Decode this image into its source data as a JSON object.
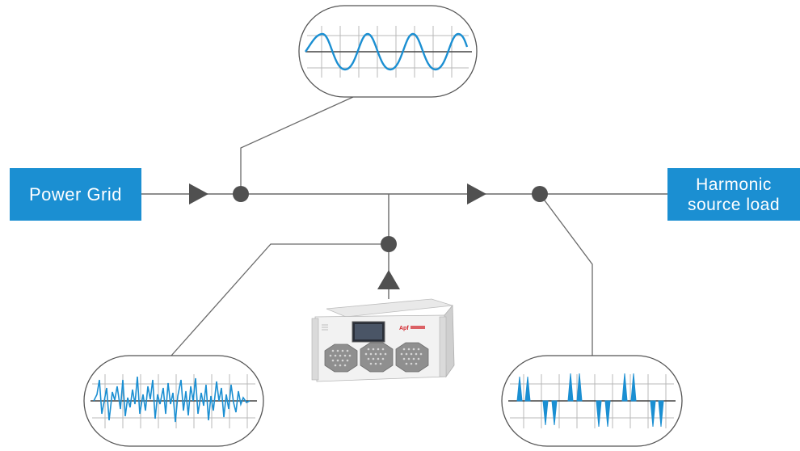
{
  "source": {
    "label": "Power Grid"
  },
  "load": {
    "line1": "Harmonic",
    "line2": "source load"
  },
  "device": {
    "brand_text": "Apf"
  },
  "colors": {
    "box_fill": "#1b8fd2",
    "line": "#6a6a6a",
    "node": "#505050",
    "waveform": "#1b8fd2",
    "grid": "#b8b8b8"
  },
  "waveforms": {
    "grid_current": "sine",
    "compensation_current": "distorted",
    "load_current": "pulsed"
  }
}
